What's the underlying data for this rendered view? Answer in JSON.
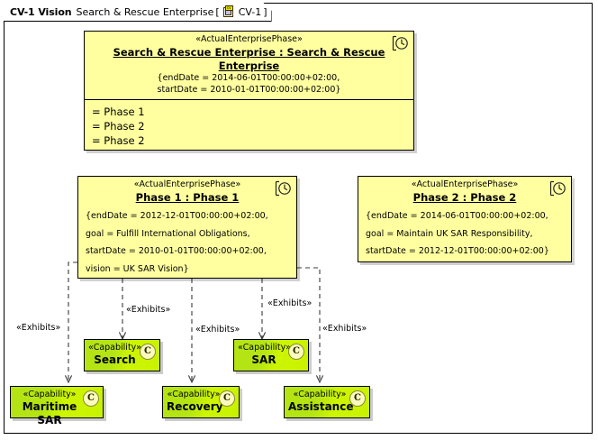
{
  "frame": {
    "kind": "CV-1 Vision",
    "name": "Search & Rescue Enterprise",
    "bracket_open": "[",
    "bracket_close": "]",
    "diagram_id": "CV-1",
    "icon": "cv1-diagram-icon"
  },
  "nodes": {
    "enterprise": {
      "stereotype": "«ActualEnterprisePhase»",
      "name": "Search & Rescue Enterprise : Search & Rescue Enterprise",
      "properties": "{endDate = 2014-06-01T00:00:00+02:00,\nstartDate = 2010-01-01T00:00:00+02:00}",
      "icon": "clock-icon",
      "slots": [
        "= Phase 1",
        "= Phase 2",
        "= Phase 2"
      ]
    },
    "phase1": {
      "stereotype": "«ActualEnterprisePhase»",
      "name": "Phase 1 : Phase 1",
      "properties": "{endDate = 2012-12-01T00:00:00+02:00,\ngoal = Fulfill International Obligations,\nstartDate = 2010-01-01T00:00:00+02:00,\nvision = UK SAR Vision}",
      "icon": "clock-icon"
    },
    "phase2": {
      "stereotype": "«ActualEnterprisePhase»",
      "name": "Phase 2 : Phase 2",
      "properties": "{endDate = 2014-06-01T00:00:00+02:00,\ngoal = Maintain UK SAR Responsibility,\nstartDate = 2012-12-01T00:00:00+02:00}",
      "icon": "clock-icon"
    }
  },
  "capabilities": [
    {
      "stereotype": "«Capability»",
      "name": "Search",
      "badge": "C"
    },
    {
      "stereotype": "«Capability»",
      "name": "SAR",
      "badge": "C"
    },
    {
      "stereotype": "«Capability»",
      "name": "Maritime SAR",
      "badge": "C"
    },
    {
      "stereotype": "«Capability»",
      "name": "Recovery",
      "badge": "C"
    },
    {
      "stereotype": "«Capability»",
      "name": "Assistance",
      "badge": "C"
    }
  ],
  "edges": [
    {
      "label": "«Exhibits»",
      "from": "phase1",
      "to": "Maritime SAR"
    },
    {
      "label": "«Exhibits»",
      "from": "phase1",
      "to": "Search"
    },
    {
      "label": "«Exhibits»",
      "from": "phase1",
      "to": "Recovery"
    },
    {
      "label": "«Exhibits»",
      "from": "phase1",
      "to": "SAR"
    },
    {
      "label": "«Exhibits»",
      "from": "phase1",
      "to": "Assistance"
    }
  ],
  "colors": {
    "phase_fill": "#ffffa0",
    "capability_fill": "#c3ef0b",
    "border": "#000000",
    "canvas": "#ffffff"
  }
}
